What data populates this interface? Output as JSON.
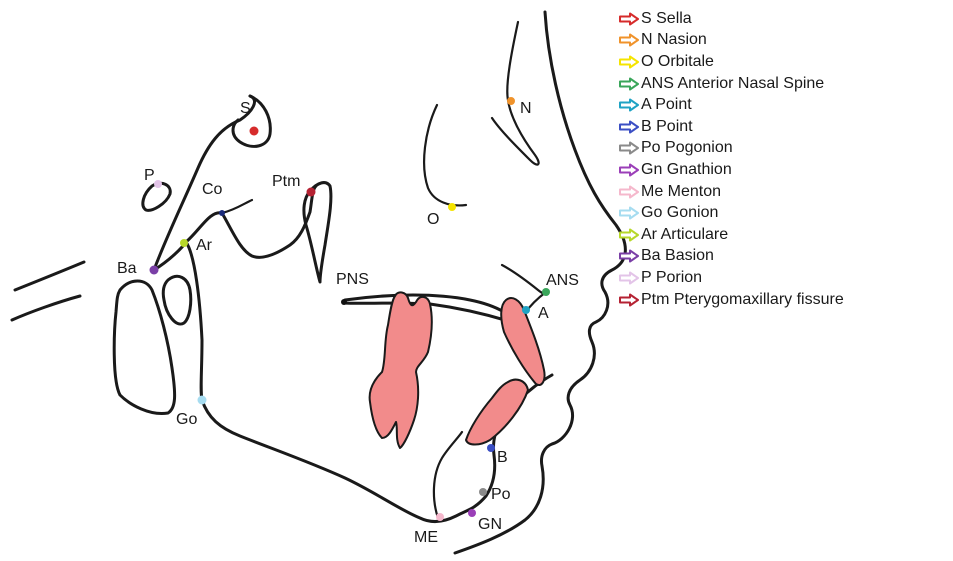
{
  "points": [
    {
      "id": "S",
      "label": "S",
      "color": "#d62b2b"
    },
    {
      "id": "N",
      "label": "N",
      "color": "#f0932b"
    },
    {
      "id": "O",
      "label": "O",
      "color": "#f5e400"
    },
    {
      "id": "ANS",
      "label": "ANS",
      "color": "#3aa65a"
    },
    {
      "id": "A",
      "label": "A",
      "color": "#1fa3c4"
    },
    {
      "id": "B",
      "label": "B",
      "color": "#3b4fc4"
    },
    {
      "id": "Po",
      "label": "Po",
      "color": "#8a8a8a"
    },
    {
      "id": "GN",
      "label": "GN",
      "color": "#9b3fb8"
    },
    {
      "id": "ME",
      "label": "ME",
      "color": "#f5b8cc"
    },
    {
      "id": "Go",
      "label": "Go",
      "color": "#a6dcf0"
    },
    {
      "id": "Ar",
      "label": "Ar",
      "color": "#b7d82a"
    },
    {
      "id": "Ba",
      "label": "Ba",
      "color": "#7a3fa6"
    },
    {
      "id": "P",
      "label": "P",
      "color": "#e3c4e8"
    },
    {
      "id": "Ptm",
      "label": "Ptm",
      "color": "#b52233"
    },
    {
      "id": "Co",
      "label": "Co",
      "color": "#1a2a7a"
    },
    {
      "id": "PNS",
      "label": "PNS",
      "color": "#111111"
    }
  ],
  "legend": [
    {
      "text": "S Sella",
      "color": "#d62b2b"
    },
    {
      "text": "N Nasion",
      "color": "#f0932b"
    },
    {
      "text": "O Orbitale",
      "color": "#f5e400"
    },
    {
      "text": "ANS Anterior Nasal Spine",
      "color": "#3aa65a"
    },
    {
      "text": "A Point",
      "color": "#1fa3c4"
    },
    {
      "text": "B Point",
      "color": "#3b4fc4"
    },
    {
      "text": "Po Pogonion",
      "color": "#8a8a8a"
    },
    {
      "text": "Gn Gnathion",
      "color": "#9b3fb8"
    },
    {
      "text": "Me Menton",
      "color": "#f5b8cc"
    },
    {
      "text": "Go Gonion",
      "color": "#a6dcf0"
    },
    {
      "text": "Ar Articulare",
      "color": "#b7d82a"
    },
    {
      "text": "Ba Basion",
      "color": "#7a3fa6"
    },
    {
      "text": "P Porion",
      "color": "#e3c4e8"
    },
    {
      "text": "Ptm Pterygomaxillary fissure",
      "color": "#b52233"
    }
  ]
}
